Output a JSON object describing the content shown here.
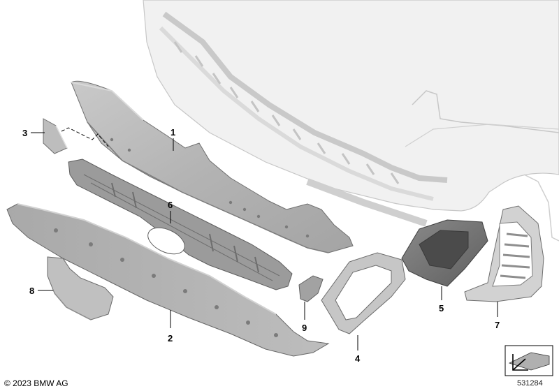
{
  "diagram": {
    "callouts": [
      "1",
      "2",
      "3",
      "4",
      "5",
      "6",
      "7",
      "8",
      "9"
    ],
    "copyright": "© 2023 BMW AG",
    "diagram_id": "531284",
    "colors": {
      "part_fill": "#b9b9b9",
      "part_dark": "#8e8e8e",
      "part_light": "#d6d6d6",
      "ghost_body": "#f1f1f1",
      "ghost_line": "#c7c7c7",
      "leader": "#000000"
    }
  }
}
